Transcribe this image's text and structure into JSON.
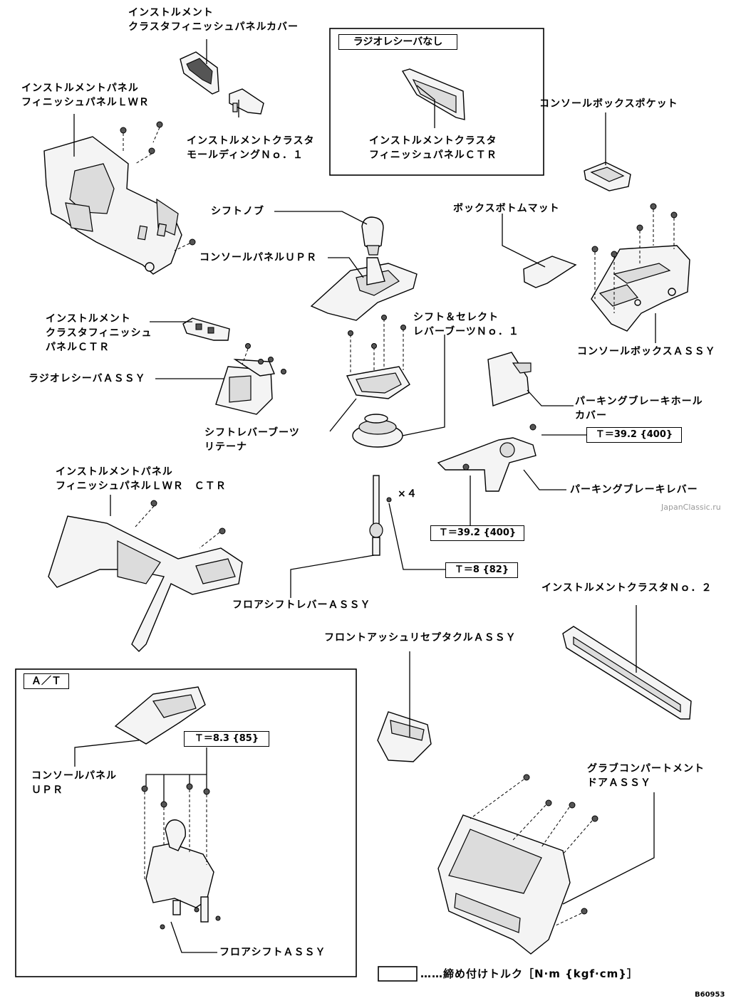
{
  "labels": {
    "instrument_cluster_finish_panel_cover": [
      "インストルメント",
      "クラスタフィニッシュパネルカバー"
    ],
    "instrument_panel_finish_panel_lwr": [
      "インストルメントパネル",
      "フィニッシュパネルＬＷＲ"
    ],
    "instrument_cluster_molding_no1": [
      "インストルメントクラスタ",
      "モールディングＮｏ．１"
    ],
    "radio_receiver_none_title": "ラジオレシーバなし",
    "instrument_cluster_finish_panel_ctr_box": [
      "インストルメントクラスタ",
      "フィニッシュパネルＣＴＲ"
    ],
    "console_box_pocket": "コンソールボックスポケット",
    "box_bottom_mat": "ボックスボトムマット",
    "shift_knob": "シフトノブ",
    "console_panel_upr": "コンソールパネルＵＰＲ",
    "instrument_cluster_finish_panel_ctr": [
      "インストルメント",
      "クラスタフィニッシュ",
      "パネルＣＴＲ"
    ],
    "radio_receiver_assy": "ラジオレシーバＡＳＳＹ",
    "shift_select_lever_boots_no1": [
      "シフト＆セレクト",
      "レバーブーツＮｏ．１"
    ],
    "console_box_assy": "コンソールボックスＡＳＳＹ",
    "parking_brake_hole_cover": [
      "パーキングブレーキホール",
      "カバー"
    ],
    "shift_lever_boots_retainer": [
      "シフトレバーブーツ",
      "リテーナ"
    ],
    "instrument_panel_finish_panel_lwr_ctr": [
      "インストルメントパネル",
      "フィニッシュパネルＬＷＲ　ＣＴＲ"
    ],
    "parking_brake_lever": "パーキングブレーキレバー",
    "times_four": "×４",
    "floor_shift_lever_assy": "フロアシフトレバーＡＳＳＹ",
    "instrument_cluster_no2": "インストルメントクラスタＮｏ．２",
    "front_ashtray_receptacle_assy": "フロントアッシュリセプタクルＡＳＳＹ",
    "at_tag": "Ａ／Ｔ",
    "console_panel_upr_at": [
      "コンソールパネル",
      "ＵＰＲ"
    ],
    "glove_compartment_door_assy": [
      "グラブコンパートメント",
      "ドアＡＳＳＹ"
    ],
    "floor_shift_assy": "フロアシフトＡＳＳＹ"
  },
  "torques": {
    "t_39_2_a": "Ｔ＝39.2 {400}",
    "t_39_2_b": "Ｔ＝39.2 {400}",
    "t_8": "Ｔ＝8 {82}",
    "t_8_3": "Ｔ＝8.3 {85}"
  },
  "legend": {
    "text": "……締め付けトルク［N·m {kgf·cm}］"
  },
  "watermark": "JapanClassic.ru",
  "figure_code": "B60953"
}
